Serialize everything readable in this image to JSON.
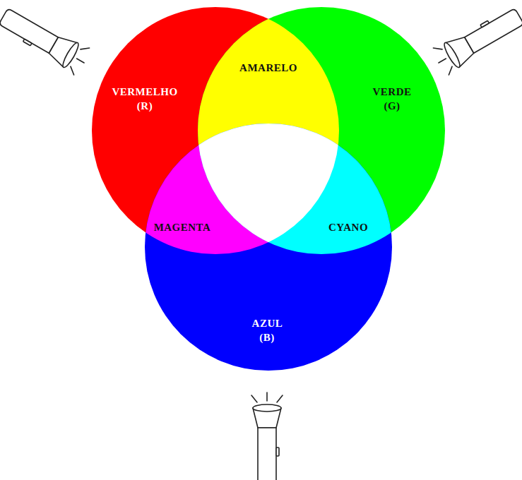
{
  "diagram": {
    "nodes": [
      {
        "text": [
          "VERMELHO (R)"
        ]
      },
      {
        "text": [
          "VERDE (G)"
        ]
      },
      {
        "text": [
          "AZUL (B)"
        ]
      }
    ],
    "labels": [
      "AMARELO",
      "MAGENTA",
      "CYANO"
    ]
  }
}
